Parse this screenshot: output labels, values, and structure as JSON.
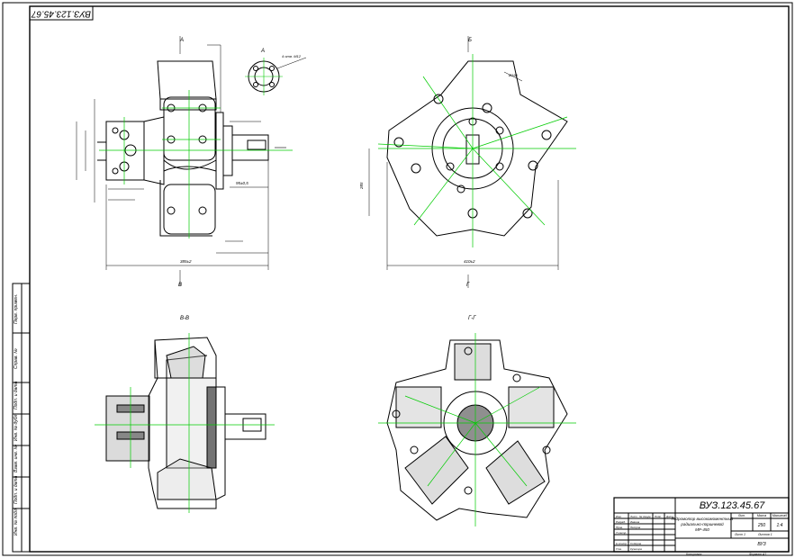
{
  "title_block": {
    "designation": "ВУЗ.123.45.67",
    "name_line1": "Гидромотор высокомоментный",
    "name_line2": "радиально-поршневой",
    "name_line3": "МР-450",
    "letter_header": "Лит.",
    "mass_header": "Масса",
    "scale_header": "Масштаб",
    "mass_value": "250",
    "scale_value": "1:4",
    "sheet_label": "Лист 1",
    "sheets_label": "Листов 1",
    "org": "ВУЗ",
    "copied": "Копировал",
    "format": "Формат  А1",
    "rows": [
      {
        "role": "Разраб.",
        "name": "Иванов"
      },
      {
        "role": "Пров.",
        "name": "Петров"
      },
      {
        "role": "Т.контр.",
        "name": ""
      },
      {
        "role": "Н.контр.",
        "name": "Сидоров"
      },
      {
        "role": "Утв.",
        "name": "Кузнецов"
      }
    ],
    "head_cols": [
      "Изм.",
      "Лист",
      "№ докум.",
      "Подп.",
      "Дата"
    ]
  },
  "rotated_stamp": "ВУЗ.123.45.67",
  "left_margin": [
    "Инв. № подл.",
    "Подп. и дата",
    "Взам. инв. №",
    "Инв. № дубл.",
    "Подп. и дата",
    "Справ. №",
    "Перв. примен."
  ],
  "views": {
    "view_a_title": "А",
    "view_b_title": "Б",
    "section_vv": "В-В",
    "section_gg": "Г-Г",
    "marker_a": "А",
    "marker_b": "Б",
    "marker_v": "В",
    "marker_g": "Г"
  },
  "dims": {
    "overall_side": "385±2",
    "overall_front": "410±2",
    "shaft_len": "95±0,5",
    "height_front": "285",
    "flange": "Ø160",
    "bolt": "4 отв. М12"
  }
}
